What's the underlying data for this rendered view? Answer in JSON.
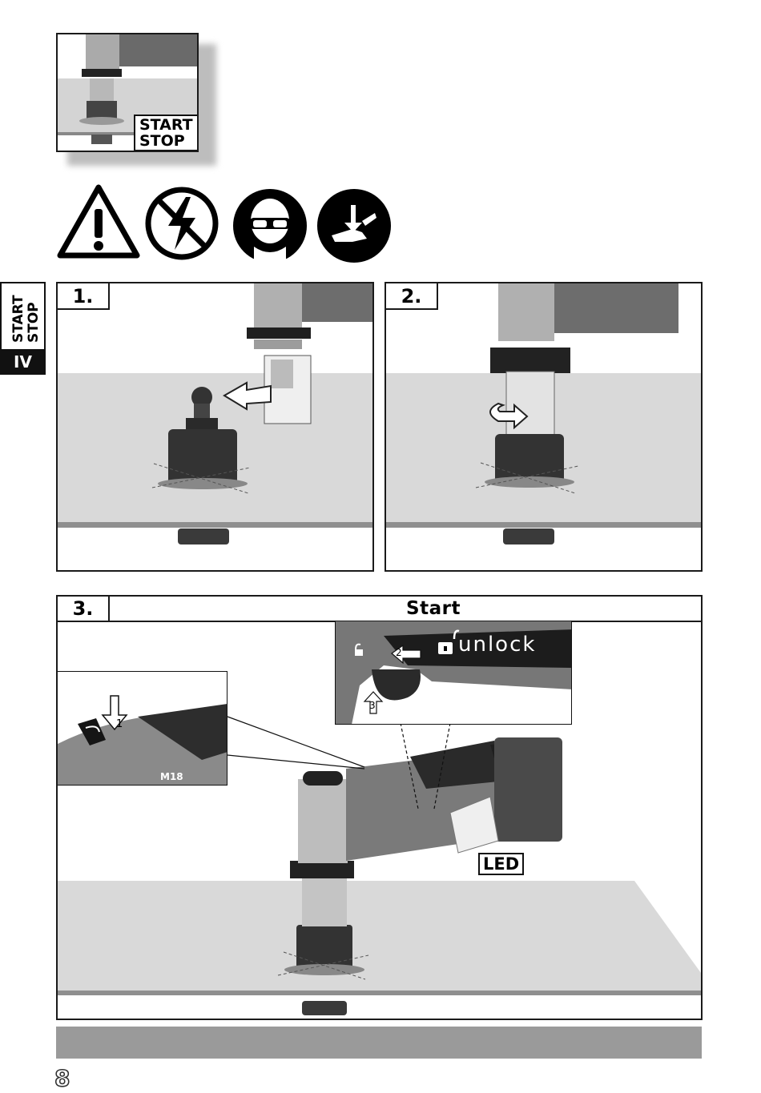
{
  "top_figure": {
    "label_line1": "START",
    "label_line2": "STOP"
  },
  "warning_icons": [
    "warning-triangle-icon",
    "no-electric-shock-icon",
    "safety-goggles-icon",
    "hand-injury-icon"
  ],
  "side_tab": {
    "line1": "START",
    "line2": "STOP",
    "section": "IV"
  },
  "steps": [
    {
      "number": "1."
    },
    {
      "number": "2."
    },
    {
      "number": "3.",
      "title": "Start",
      "unlock": "unlock",
      "led": "LED",
      "callout_1": "1",
      "callout_2": "2",
      "callout_3": "3",
      "tool_label": "M18"
    }
  ],
  "page_number": "8",
  "colors": {
    "accent_bar": "#9a9a9a",
    "surface": "#d9d9d9",
    "ink": "#111111"
  }
}
